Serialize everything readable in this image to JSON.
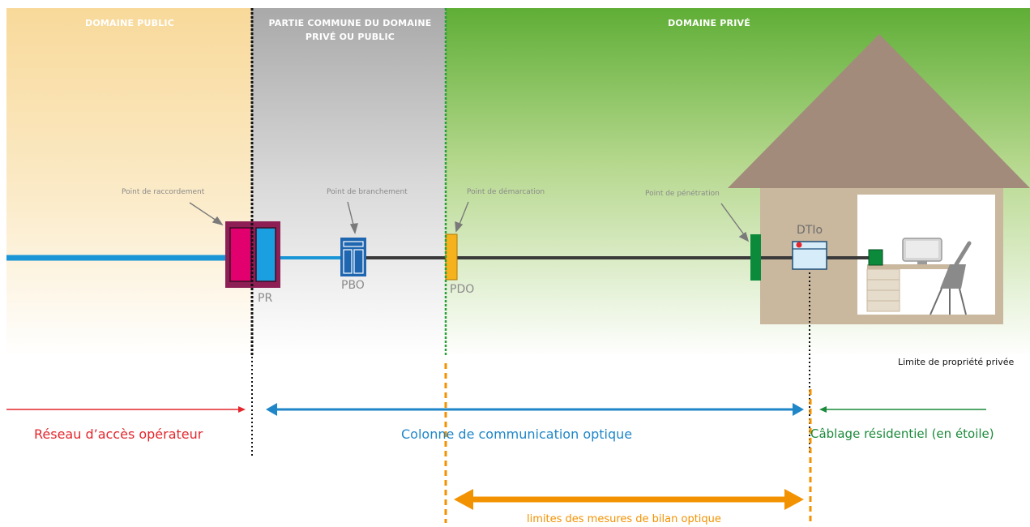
{
  "zones": {
    "public": "DOMAINE PUBLIC",
    "common": "PARTIE COMMUNE DU DOMAINE PRIVÉ OU PUBLIC",
    "private": "DOMAINE PRIVÉ"
  },
  "points": {
    "raccordement": "Point de raccordement",
    "branchement": "Point de branchement",
    "demarcation": "Point de démarcation",
    "penetration": "Point de pénétration"
  },
  "codes": {
    "pr": "PR",
    "pbo": "PBO",
    "pdo": "PDO",
    "dtio": "DTIo"
  },
  "limit_label": "Limite de propriété privée",
  "segments": {
    "operator": "Réseau d’accès opérateur",
    "column": "Colonne de communication optique",
    "residential": "Câblage résidentiel (en étoile)",
    "measures": "limites des mesures de bilan optique"
  },
  "colors": {
    "operator": "#e3262c",
    "column": "#1f86c8",
    "residential": "#1b8a3a",
    "measures": "#f39200",
    "pr_frame": "#8e1f55",
    "pr_left": "#e1006d",
    "pr_right": "#1aa0e0",
    "fiber_blue": "#1a96d6",
    "fiber_dark": "#3a3a3a",
    "pbo": "#1f66b0",
    "pdo": "#f6b21c",
    "penetration": "#0a8a3a",
    "roof": "#a28b7b",
    "house": "#c9b79e"
  }
}
